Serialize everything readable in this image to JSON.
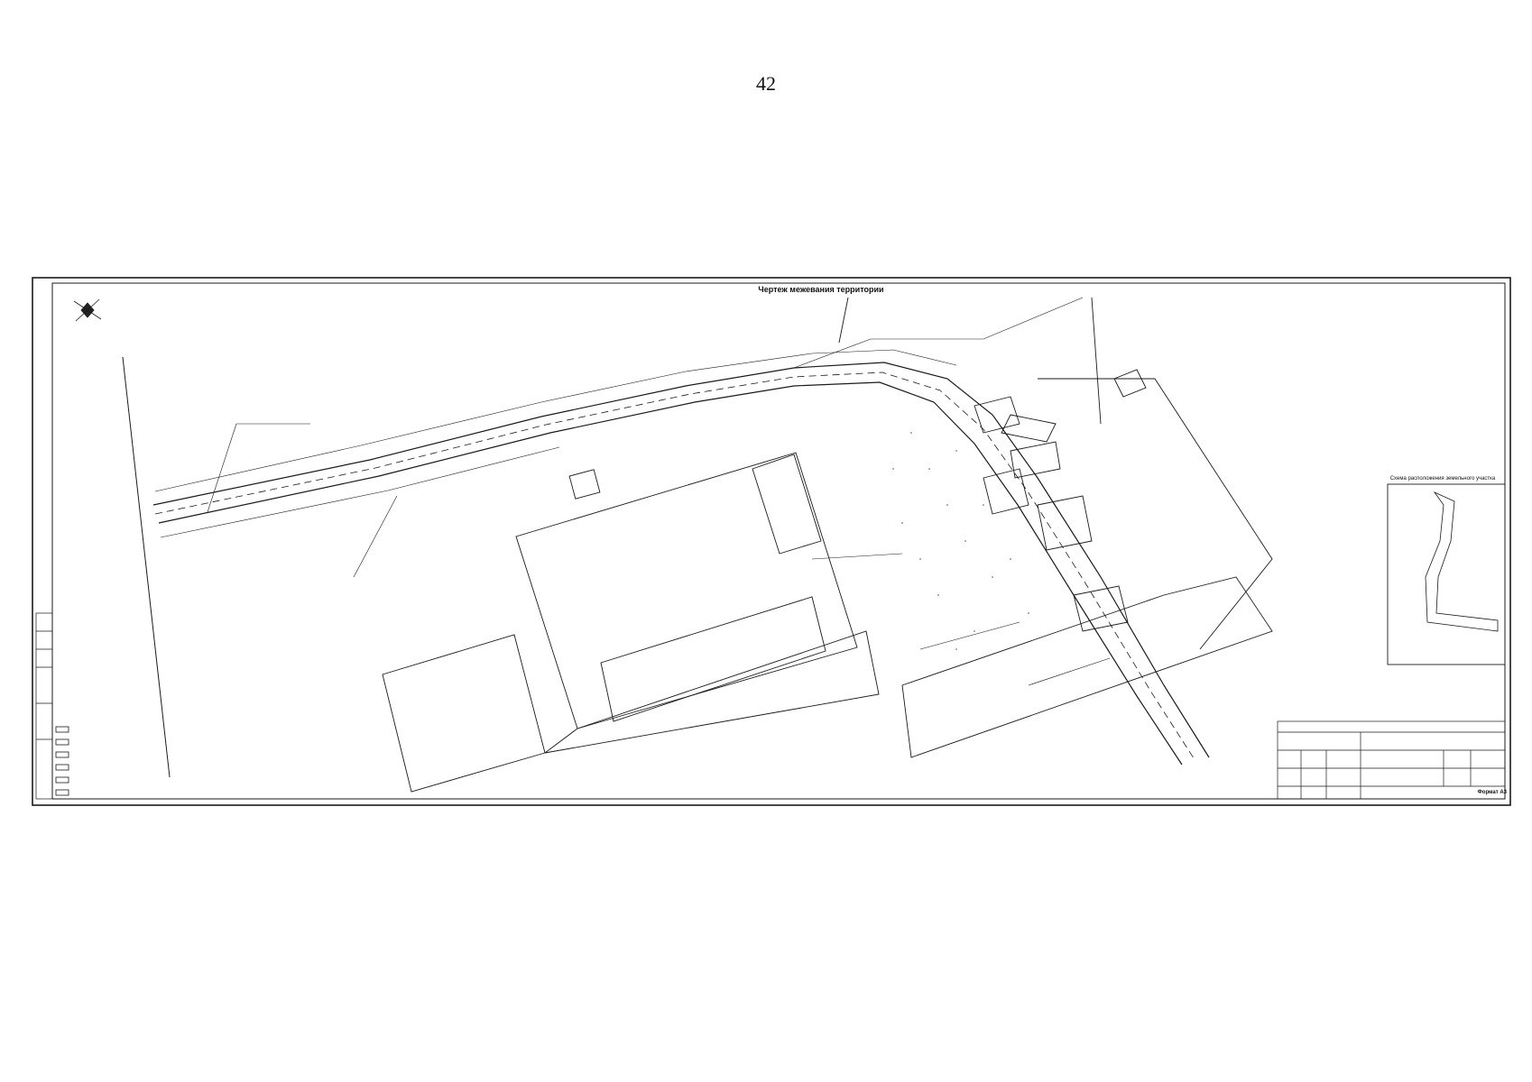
{
  "page_number": "42",
  "plan": {
    "title": "Чертеж межевания территории",
    "inset_title": "Схема расположения земельного участка",
    "format": "Формат А3"
  },
  "colors": {
    "ink": "#1a1a1a",
    "paper": "#ffffff"
  }
}
